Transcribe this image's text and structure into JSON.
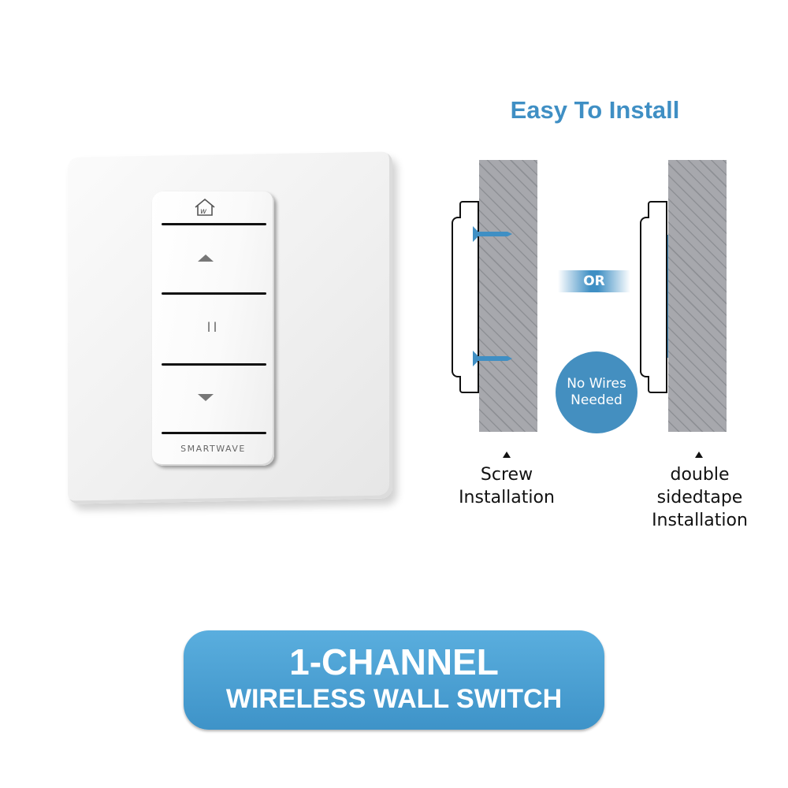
{
  "title": "Easy To Install",
  "remote": {
    "brand": "SMARTWAVE",
    "buttons": [
      "home-logo",
      "up",
      "pause",
      "down"
    ],
    "pause_glyph": "II"
  },
  "divider": "OR",
  "badge": "No Wires Needed",
  "badge_lines": [
    "No Wires",
    "Needed"
  ],
  "methods": [
    {
      "lines": [
        "Screw",
        "Installation"
      ]
    },
    {
      "lines": [
        "double",
        "sidedtape",
        "Installation"
      ]
    }
  ],
  "banner": {
    "line1": "1-CHANNEL",
    "line2": "WIRELESS WALL SWITCH"
  },
  "colors": {
    "accent": "#3f8fc4",
    "wall": "#a7a8ad"
  }
}
